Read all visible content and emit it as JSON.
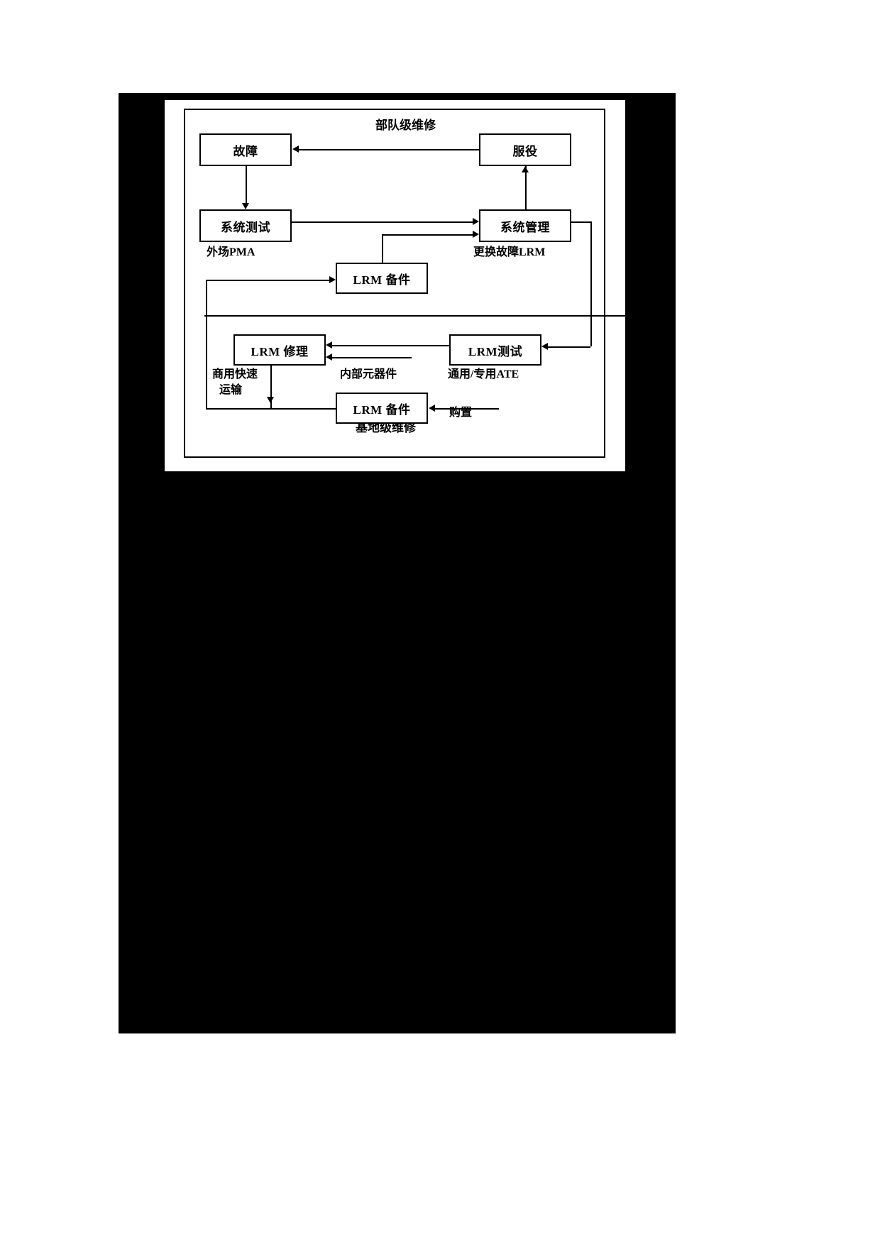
{
  "figure": {
    "sections": [
      {
        "id": "organizational",
        "title": "部队级维修"
      },
      {
        "id": "depot",
        "title": "基地级维修"
      }
    ],
    "nodes": [
      {
        "id": "fault",
        "label": "故障"
      },
      {
        "id": "service",
        "label": "服役"
      },
      {
        "id": "system-test",
        "label": "系统测试"
      },
      {
        "id": "system-mgmt",
        "label": "系统管理"
      },
      {
        "id": "lrm-spare-top",
        "label": "LRM 备件"
      },
      {
        "id": "lrm-repair",
        "label": "LRM 修理"
      },
      {
        "id": "lrm-test",
        "label": "LRM测试"
      },
      {
        "id": "lrm-spare-bot",
        "label": "LRM 备件"
      }
    ],
    "captions": [
      {
        "id": "field-pma",
        "text": "外场PMA"
      },
      {
        "id": "replace-lrm",
        "text": "更换故障LRM"
      },
      {
        "id": "internal-parts",
        "text": "内部元器件"
      },
      {
        "id": "ate",
        "text": "通用/专用ATE"
      },
      {
        "id": "commercial-ship-1",
        "text": "商用快速"
      },
      {
        "id": "commercial-ship-2",
        "text": "运输"
      },
      {
        "id": "procure",
        "text": "购置"
      }
    ],
    "colors": {
      "ink": "#000000",
      "paper": "#ffffff",
      "scan_background": "#000000"
    }
  }
}
